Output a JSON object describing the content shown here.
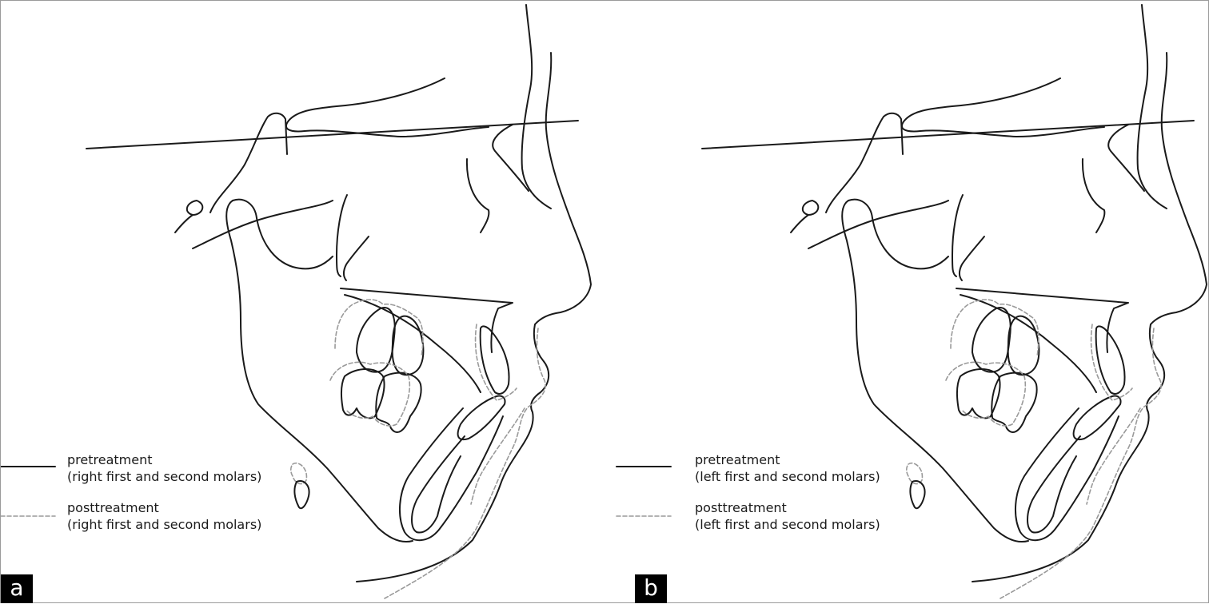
{
  "colors": {
    "pretreatment_line": "#1a1a1a",
    "posttreatment_line": "#9a9a9a",
    "panel_tag_bg": "#000000"
  },
  "panels": [
    {
      "tag": "a",
      "legend": {
        "pre_line1": "pretreatment",
        "pre_line2": "(right first and second molars)",
        "post_line1": "posttreatment",
        "post_line2": "(right first and second molars)"
      }
    },
    {
      "tag": "b",
      "legend": {
        "pre_line1": "pretreatment",
        "pre_line2": "(left first and second molars)",
        "post_line1": "posttreatment",
        "post_line2": "(left first and second molars)"
      }
    }
  ]
}
